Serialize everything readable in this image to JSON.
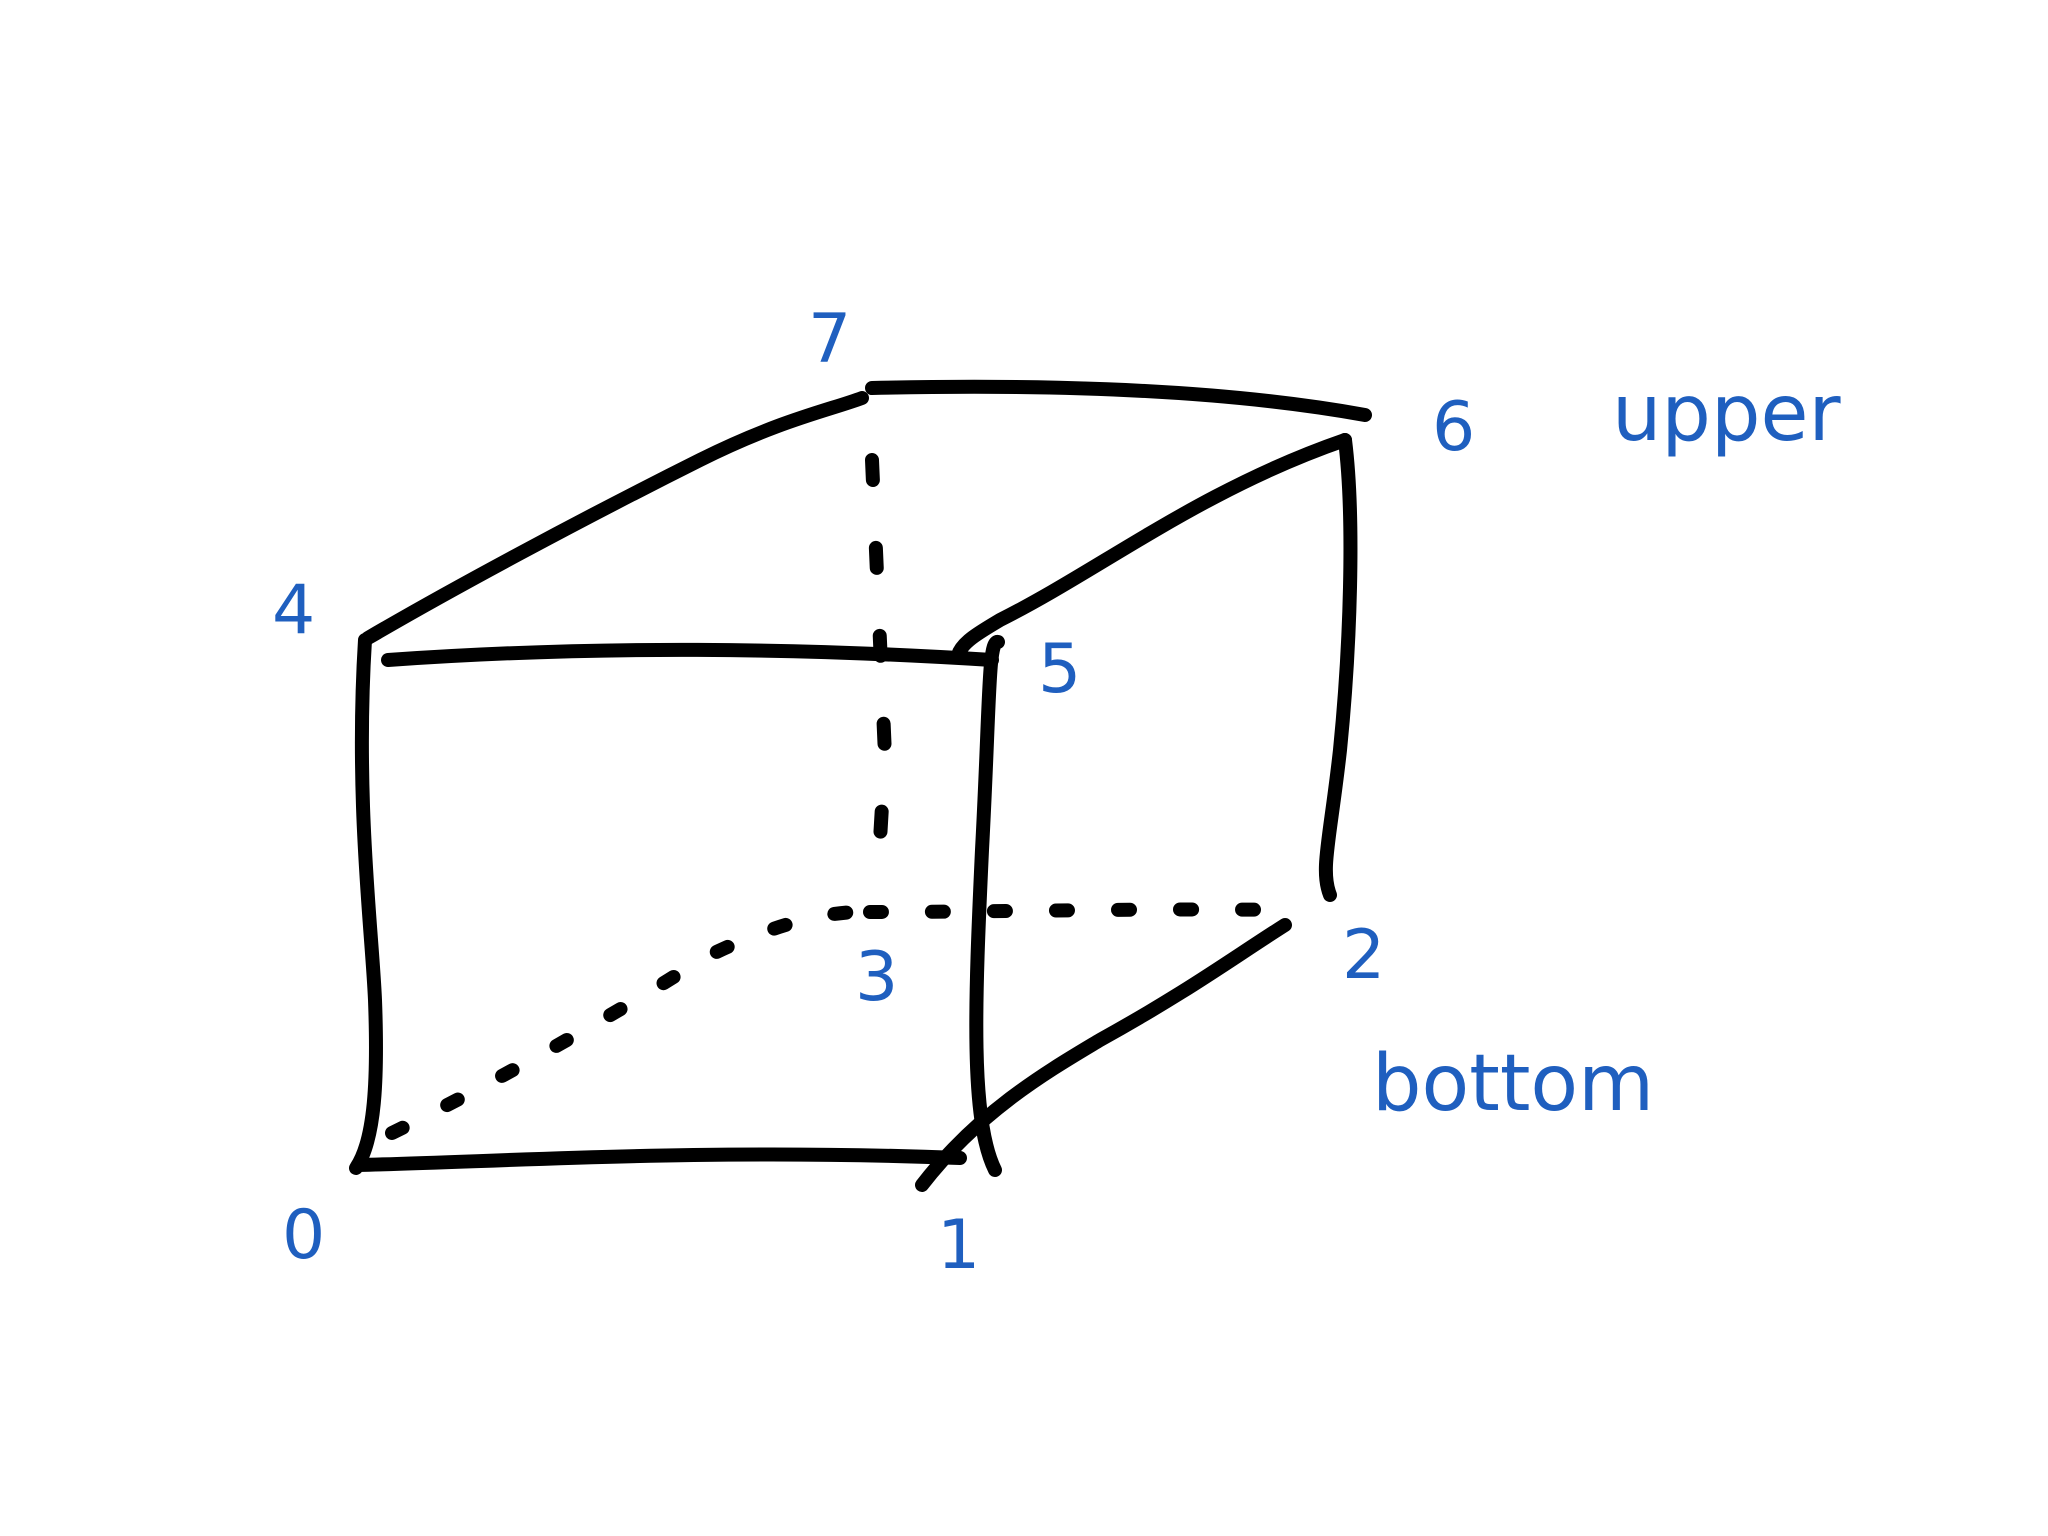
{
  "diagram": {
    "ink_color": "#000000",
    "label_color": "#1f5fbf",
    "vertices": [
      {
        "id": "v0",
        "label": "0"
      },
      {
        "id": "v1",
        "label": "1"
      },
      {
        "id": "v2",
        "label": "2"
      },
      {
        "id": "v3",
        "label": "3"
      },
      {
        "id": "v4",
        "label": "4"
      },
      {
        "id": "v5",
        "label": "5"
      },
      {
        "id": "v6",
        "label": "6"
      },
      {
        "id": "v7",
        "label": "7"
      }
    ],
    "face_labels": {
      "upper": "upper",
      "bottom": "bottom"
    },
    "edges": [
      {
        "from": "0",
        "to": "1",
        "style": "solid"
      },
      {
        "from": "1",
        "to": "5",
        "style": "solid"
      },
      {
        "from": "5",
        "to": "4",
        "style": "solid"
      },
      {
        "from": "4",
        "to": "0",
        "style": "solid"
      },
      {
        "from": "4",
        "to": "7",
        "style": "solid"
      },
      {
        "from": "7",
        "to": "6",
        "style": "solid"
      },
      {
        "from": "6",
        "to": "5",
        "style": "solid"
      },
      {
        "from": "6",
        "to": "2",
        "style": "solid"
      },
      {
        "from": "2",
        "to": "1",
        "style": "solid"
      },
      {
        "from": "7",
        "to": "3",
        "style": "dashed"
      },
      {
        "from": "0",
        "to": "3",
        "style": "dotted"
      },
      {
        "from": "3",
        "to": "2",
        "style": "dotted"
      }
    ]
  }
}
